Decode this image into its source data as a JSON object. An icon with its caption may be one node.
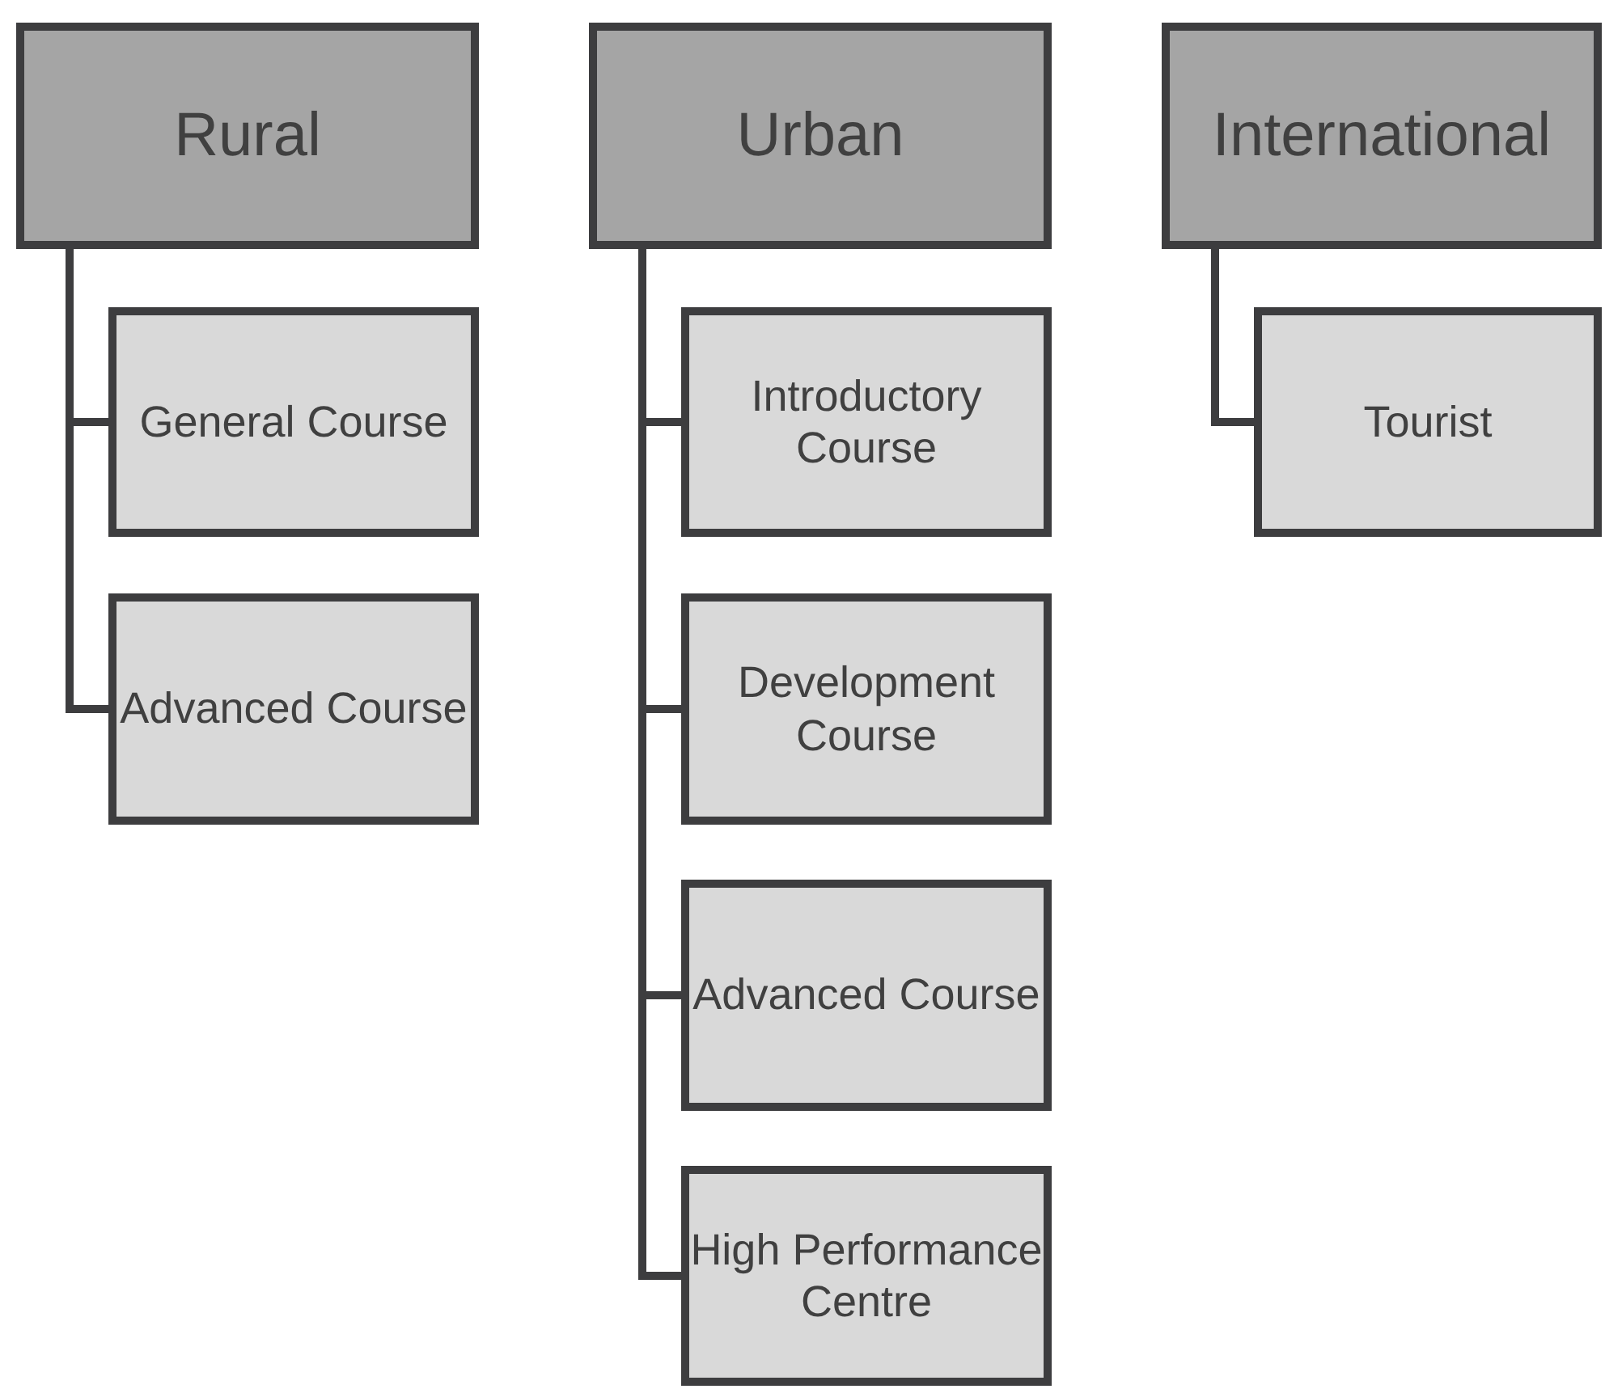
{
  "diagram": {
    "nodes": [
      {
        "text": [
          "Rural"
        ]
      },
      {
        "text": [
          "General Course"
        ]
      },
      {
        "text": [
          "Advanced Course"
        ]
      },
      {
        "text": [
          "Urban"
        ]
      },
      {
        "text": [
          "Introductory Course"
        ]
      },
      {
        "text": [
          "Development Course"
        ]
      },
      {
        "text": [
          "Advanced Course"
        ]
      },
      {
        "text": [
          "High Performance Centre"
        ]
      },
      {
        "text": [
          "International"
        ]
      },
      {
        "text": [
          "Tourist"
        ]
      }
    ],
    "edges": [
      {
        "from": 0,
        "to": 1,
        "arrow": "none"
      },
      {
        "from": 0,
        "to": 2,
        "arrow": "none"
      },
      {
        "from": 3,
        "to": 4,
        "arrow": "none"
      },
      {
        "from": 3,
        "to": 5,
        "arrow": "none"
      },
      {
        "from": 3,
        "to": 6,
        "arrow": "none"
      },
      {
        "from": 3,
        "to": 7,
        "arrow": "none"
      },
      {
        "from": 8,
        "to": 9,
        "arrow": "none"
      }
    ]
  }
}
